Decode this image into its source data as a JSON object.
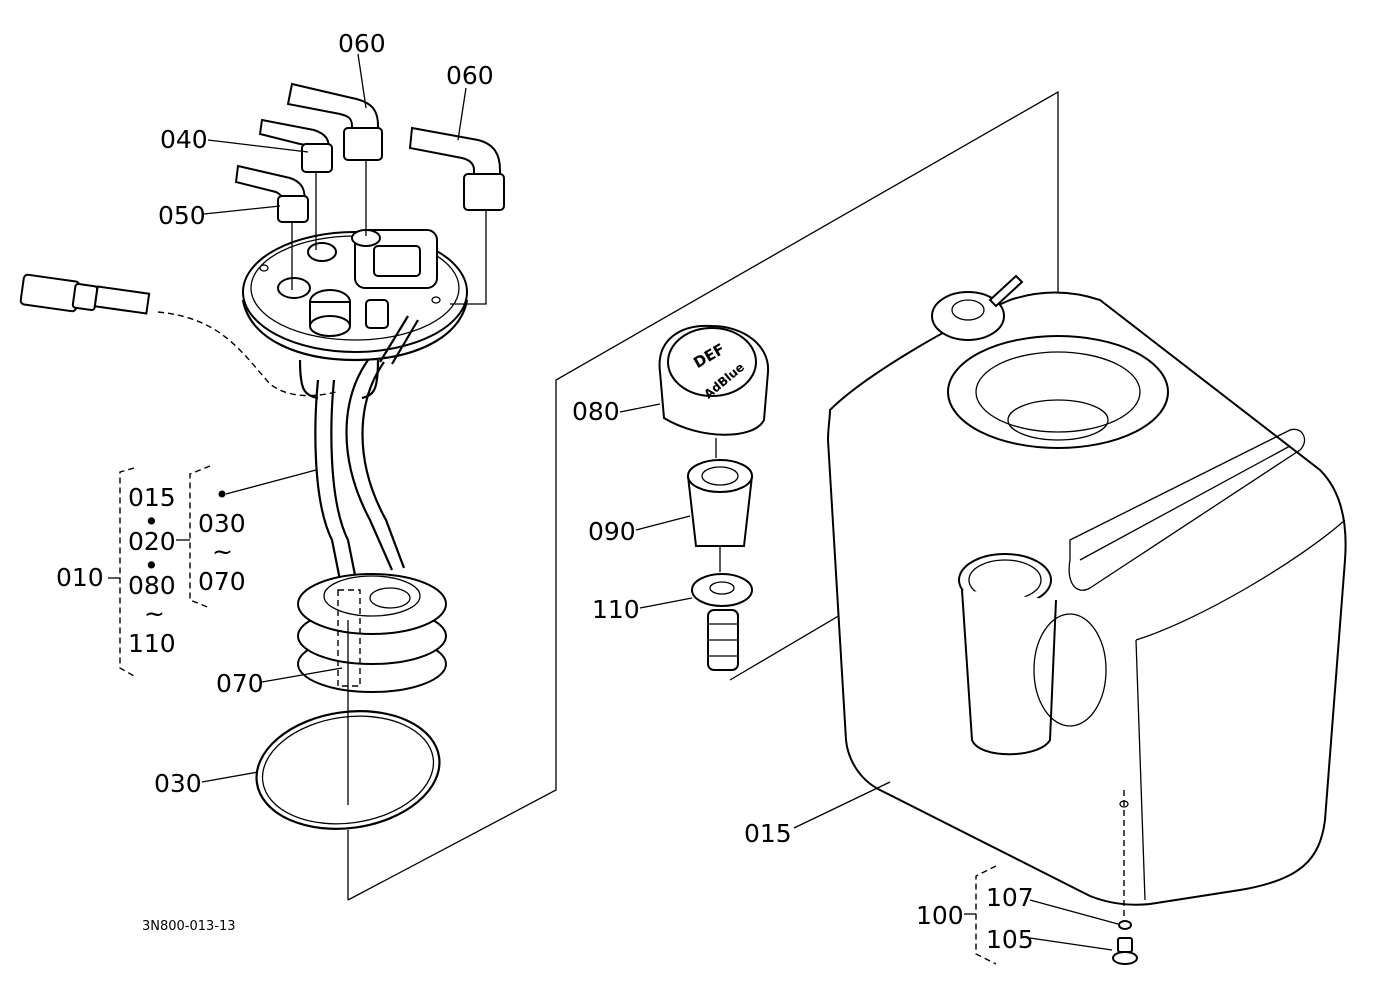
{
  "labels": {
    "l060a": "060",
    "l060b": "060",
    "l040": "040",
    "l050": "050",
    "l015a": "015",
    "l020": "020",
    "l010": "010",
    "l080a": "080",
    "l110a": "110",
    "l030a": "030",
    "l070a": "070",
    "l070b": "070",
    "l030b": "030",
    "l080b": "080",
    "l090": "090",
    "l110b": "110",
    "l015b": "015",
    "l100": "100",
    "l107": "107",
    "l105": "105",
    "bullet1": "•",
    "bullet2": "•",
    "tilde1": "~",
    "tilde2": "~",
    "cap_def": "DEF",
    "cap_adblue": "AdBlue"
  },
  "drawing_code": "3N800-013-13"
}
